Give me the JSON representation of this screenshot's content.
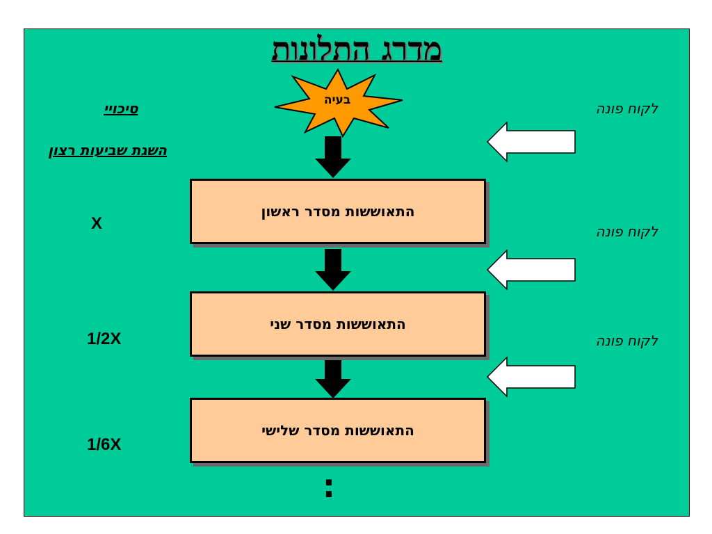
{
  "title": "מדרג התלונות",
  "burst": {
    "label": "בעיה",
    "fill": "#ff9900"
  },
  "left": {
    "chances_label": "סיכויי",
    "goal_label": "השגת שביעות רצון"
  },
  "levels": [
    {
      "label": "התאוששות מסדר ראשון",
      "factor": "X",
      "customer_label": "לקוח פונה"
    },
    {
      "label": "התאוששות מסדר שני",
      "factor": "1/2X",
      "customer_label": "לקוח פונה"
    },
    {
      "label": "התאוששות מסדר שלישי",
      "factor": "1/6X",
      "customer_label": "לקוח פונה"
    }
  ],
  "continuation": ":",
  "colors": {
    "background": "#00cc99",
    "box": "#ffcc99",
    "arrow_down": "#000000",
    "arrow_in": "#ffffff"
  }
}
